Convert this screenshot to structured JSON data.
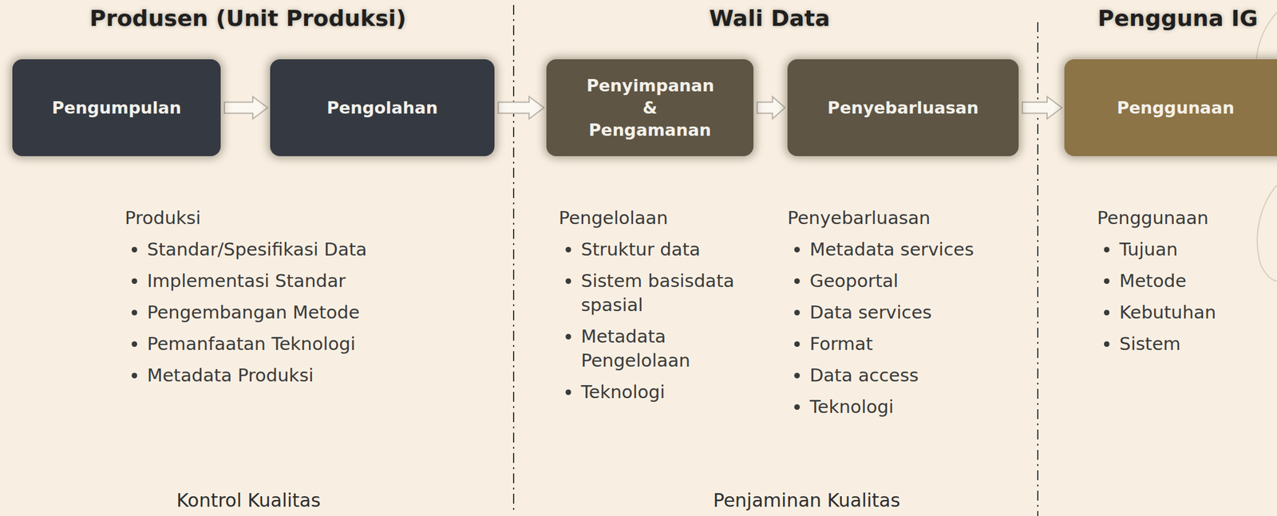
{
  "diagram": {
    "nodes": [
      {
        "text": [
          "Pengumpulan"
        ]
      },
      {
        "text": [
          "Pengolahan"
        ]
      },
      {
        "text": [
          "Penyimpanan & Pengamanan"
        ]
      },
      {
        "text": [
          "Penyebarluasan"
        ]
      },
      {
        "text": [
          "Penggunaan"
        ]
      }
    ],
    "edges": [
      {
        "from": 0,
        "to": 1,
        "arrow": "to"
      },
      {
        "from": 1,
        "to": 2,
        "arrow": "to"
      },
      {
        "from": 2,
        "to": 3,
        "arrow": "to"
      },
      {
        "from": 3,
        "to": 4,
        "arrow": "to"
      }
    ],
    "labels": [
      "Produsen (Unit Produksi)",
      "Wali Data",
      "Pengguna IG",
      "Produksi",
      "Standar/Spesifikasi Data",
      "Implementasi Standar",
      "Pengembangan Metode",
      "Pemanfaatan Teknologi",
      "Metadata Produksi",
      "Pengelolaan",
      "Struktur data",
      "Sistem basisdata spasial",
      "Metadata Pengelolaan",
      "Teknologi",
      "Penyebarluasan",
      "Metadata services",
      "Geoportal",
      "Data services",
      "Format",
      "Data access",
      "Teknologi",
      "Penggunaan",
      "Tujuan",
      "Metode",
      "Kebutuhan",
      "Sistem",
      "Kontrol Kualitas",
      "Penjaminan Kualitas"
    ]
  }
}
